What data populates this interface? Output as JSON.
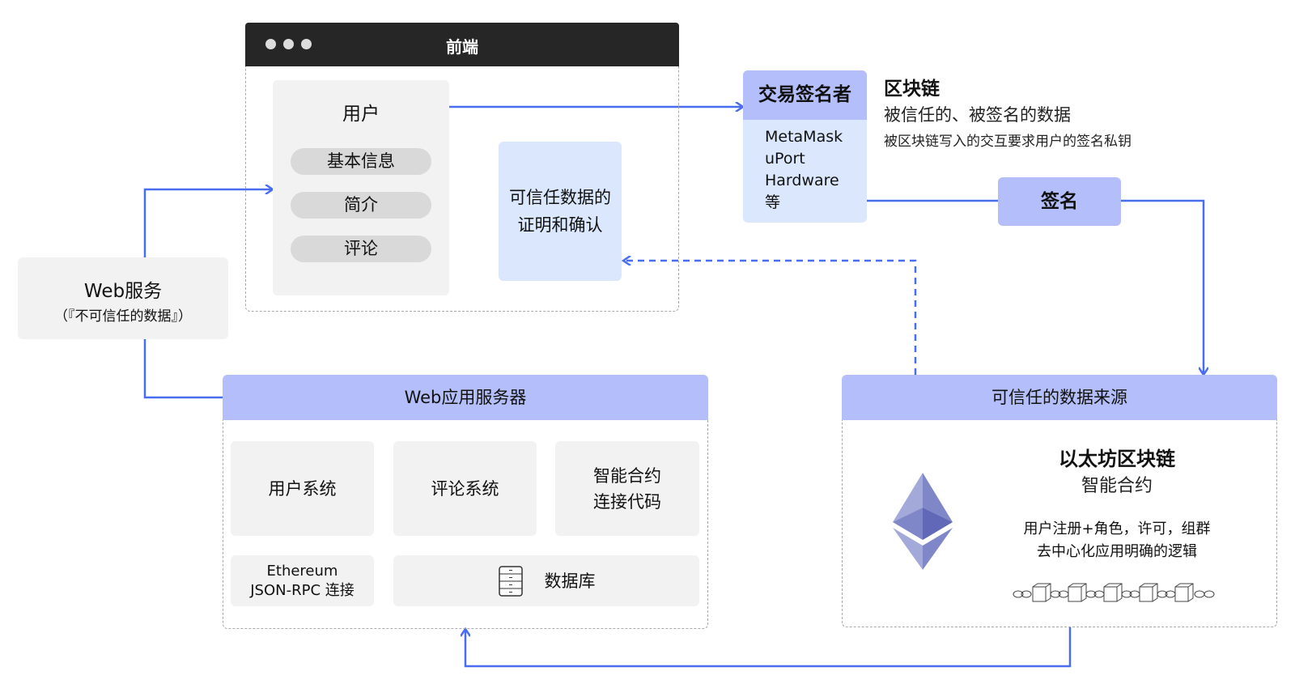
{
  "colors": {
    "accent_line": "#4a6cf0",
    "header_fill": "#b3befa",
    "light_blue": "#dbe7fd",
    "panel_gray": "#f2f2f2",
    "pill_gray": "#d9d9d9",
    "titlebar": "#262626"
  },
  "frontend": {
    "title": "前端",
    "user_panel": {
      "title": "用户",
      "items": [
        "基本信息",
        "简介",
        "评论"
      ]
    },
    "trust_proof": [
      "可信任数据的",
      "证明和确认"
    ]
  },
  "signer": {
    "title": "交易签名者",
    "items": [
      "MetaMask",
      "uPort",
      "Hardware",
      "等"
    ]
  },
  "blockchain_note": {
    "title": "区块链",
    "subtitle": "被信任的、被签名的数据",
    "note": "被区块链写入的交互要求用户的签名私钥"
  },
  "sign_label": "签名",
  "web_service": {
    "title": "Web服务",
    "subtitle": "（『不可信任的数据』）"
  },
  "web_app_server": {
    "title": "Web应用服务器",
    "cells": {
      "user_system": "用户系统",
      "comment_system": "评论系统",
      "smart_contract_code": [
        "智能合约",
        "连接代码"
      ],
      "json_rpc": [
        "Ethereum",
        "JSON-RPC 连接"
      ],
      "database": "数据库"
    },
    "database_icon": "server-rack-icon"
  },
  "trusted_source": {
    "title": "可信任的数据来源",
    "eth_title": "以太坊区块链",
    "eth_subtitle": "智能合约",
    "desc": [
      "用户注册+角色，许可，组群",
      "去中心化应用明确的逻辑"
    ],
    "logo_icon": "ethereum-logo-icon",
    "chain_icon": "blockchain-chain-icon"
  }
}
